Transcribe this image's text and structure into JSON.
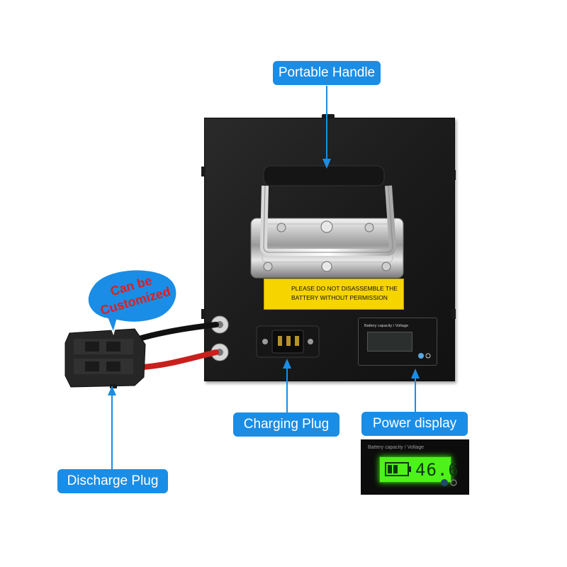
{
  "callouts": {
    "portable_handle": "Portable Handle",
    "charging_plug": "Charging Plug",
    "power_display": "Power display",
    "discharge_plug": "Discharge Plug"
  },
  "bubble": {
    "line1": "Can be",
    "line2": "Customized"
  },
  "warning": {
    "line1": "PLEASE DO NOT DISASSEMBLE THE",
    "line2": "BATTERY WITHOUT PERMISSION"
  },
  "display": {
    "panel_label": "Battery capacity / Voltage",
    "inset_label": "Battery capacity / Voltage",
    "voltage_value": "46.6"
  },
  "colors": {
    "callout": "#1a8de6",
    "bubble_text": "#e01e1e",
    "lcd_green": "#4ef21a",
    "warning_yellow": "#f5d400"
  }
}
